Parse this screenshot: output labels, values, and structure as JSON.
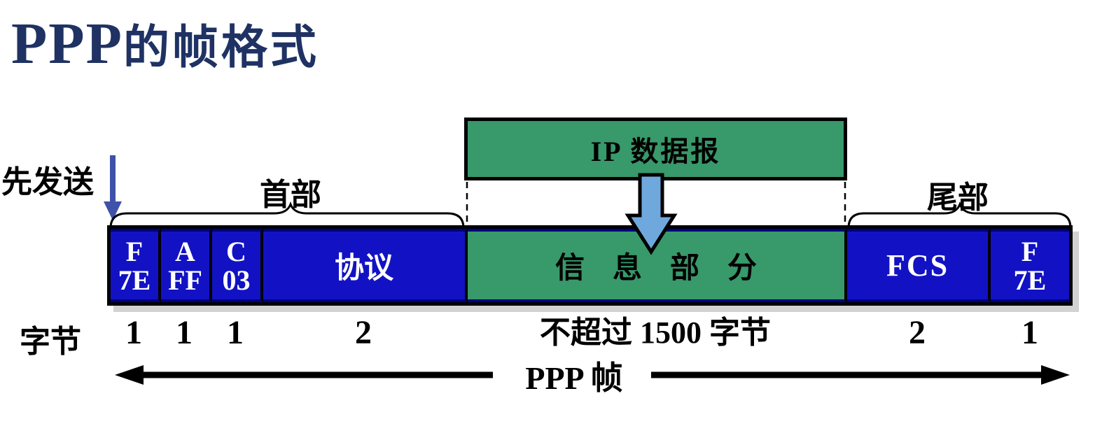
{
  "title": {
    "latin": "PPP",
    "cjk": "的帧格式"
  },
  "top_box": {
    "label": "IP 数据报"
  },
  "annotations": {
    "first_sent": "先发送",
    "header_brace_label": "首部",
    "trailer_brace_label": "尾部",
    "bytes_label": "字节",
    "frame_span_label": "PPP 帧"
  },
  "frame": {
    "fields": [
      {
        "name": "flag-start",
        "line1": "F",
        "line2": "7E",
        "bytes": "1"
      },
      {
        "name": "address",
        "line1": "A",
        "line2": "FF",
        "bytes": "1"
      },
      {
        "name": "control",
        "line1": "C",
        "line2": "03",
        "bytes": "1"
      },
      {
        "name": "protocol",
        "label": "协议",
        "bytes": "2"
      },
      {
        "name": "information",
        "label": "信息部分",
        "bytes": "不超过 1500 字节"
      },
      {
        "name": "fcs",
        "label": "FCS",
        "bytes": "2"
      },
      {
        "name": "flag-end",
        "line1": "F",
        "line2": "7E",
        "bytes": "1"
      }
    ]
  },
  "colors": {
    "title_navy": "#1f3263",
    "field_blue": "#1212c4",
    "field_green": "#38996a",
    "navy_inner_line": "#000080",
    "insert_arrow_blue": "#6fa8dc",
    "send_arrow_indigo": "#3f51a8",
    "frame_shadow": "#d2d2d2"
  }
}
